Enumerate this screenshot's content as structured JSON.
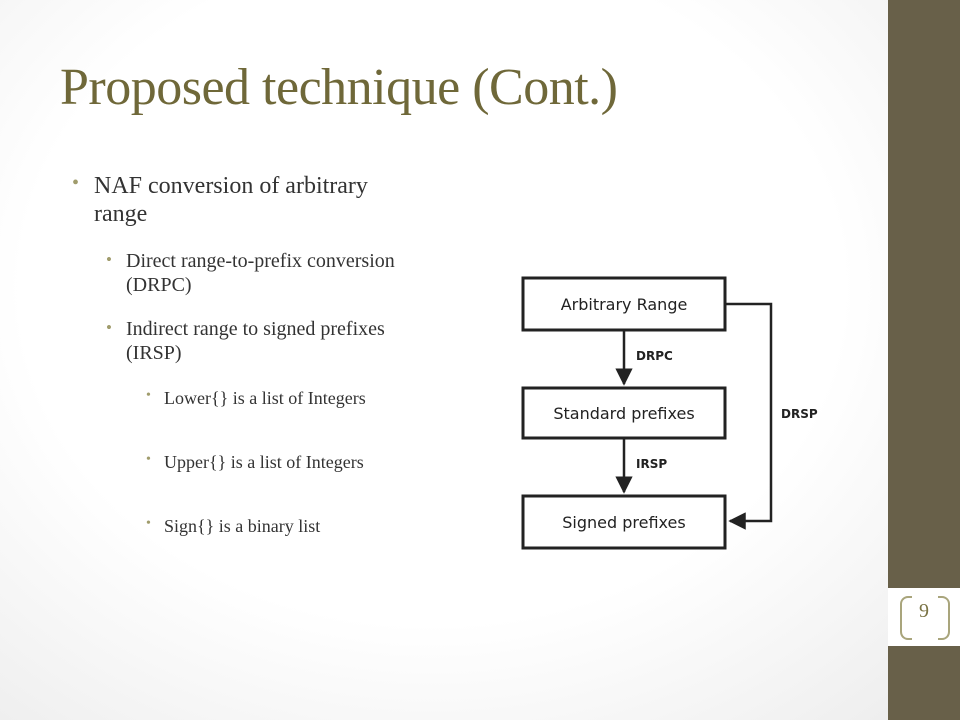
{
  "slide": {
    "title": "Proposed technique (Cont.)",
    "page_number": "9"
  },
  "bullets": {
    "b1": "NAF conversion of arbitrary range",
    "b2": "Direct range-to-prefix conversion (DRPC)",
    "b3": "Indirect range to signed prefixes (IRSP)",
    "b4": "Lower{} is a list of Integers",
    "b5": "Upper{} is a list of Integers",
    "b6": "Sign{} is a binary list"
  },
  "diagram": {
    "box1": "Arbitrary Range",
    "box2": "Standard prefixes",
    "box3": "Signed prefixes",
    "edge1": "DRPC",
    "edge2": "IRSP",
    "edge3": "DRSP"
  }
}
